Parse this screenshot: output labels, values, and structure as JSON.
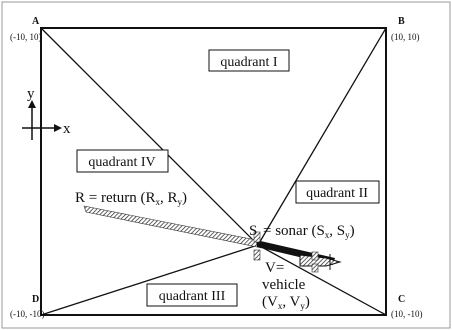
{
  "corners": {
    "a": {
      "label": "A",
      "coord": "(-10, 10)"
    },
    "b": {
      "label": "B",
      "coord": "(10, 10)"
    },
    "c": {
      "label": "C",
      "coord": "(10, -10)"
    },
    "d": {
      "label": "D",
      "coord": "(-10, -10)"
    }
  },
  "quadrants": {
    "i": "quadrant I",
    "ii": "quadrant II",
    "iii": "quadrant III",
    "iv": "quadrant IV"
  },
  "axes": {
    "y": "y",
    "x": "x"
  },
  "points": {
    "return": {
      "prefix": "R = return (R",
      "x_sub": "x",
      "sep": ", R",
      "y_sub": "y",
      "suffix": ")"
    },
    "sonar": {
      "prefix": "S",
      "label": "= sonar (S",
      "x_sub": "x",
      "sep": ", S",
      "y_sub": "y",
      "suffix": ")"
    },
    "vehicle": {
      "line1": "V=",
      "line2": "vehicle",
      "line3_prefix": "(V",
      "x_sub": "x",
      "sep": ", V",
      "y_sub": "y",
      "suffix": ")"
    }
  },
  "colors": {
    "stroke": "#111111",
    "background": "#ffffff"
  }
}
